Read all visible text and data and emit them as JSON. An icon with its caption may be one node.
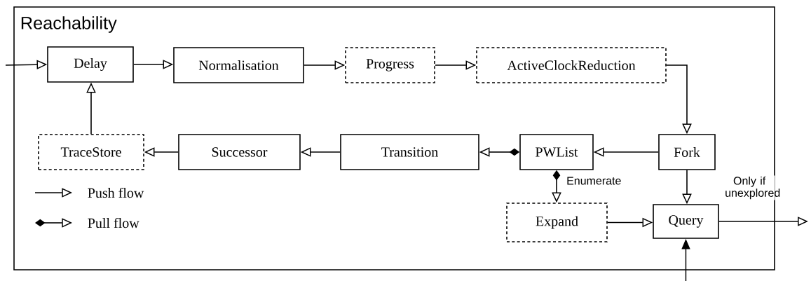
{
  "diagram": {
    "nodes": [
      {
        "text": [
          "Reachability"
        ]
      },
      {
        "text": [
          "Delay"
        ],
        "in": 0
      },
      {
        "text": [
          "Normalisation"
        ],
        "in": 0
      },
      {
        "text": [
          "Progress"
        ],
        "in": 0
      },
      {
        "text": [
          "ActiveClockReduction"
        ],
        "in": 0
      },
      {
        "text": [
          "TraceStore"
        ],
        "in": 0
      },
      {
        "text": [
          "Successor"
        ],
        "in": 0
      },
      {
        "text": [
          "Transition"
        ],
        "in": 0
      },
      {
        "text": [
          "PWList"
        ],
        "in": 0
      },
      {
        "text": [
          "Fork"
        ],
        "in": 0
      },
      {
        "text": [
          "Expand"
        ],
        "in": 0
      },
      {
        "text": [
          "Query"
        ],
        "in": 0
      }
    ],
    "edges": [
      {
        "from": null,
        "to": 1,
        "arrow": "to"
      },
      {
        "from": 1,
        "to": 2,
        "arrow": "to"
      },
      {
        "from": 2,
        "to": 3,
        "arrow": "to"
      },
      {
        "from": 3,
        "to": 4,
        "arrow": "to"
      },
      {
        "from": 4,
        "to": 9,
        "arrow": "to"
      },
      {
        "from": 9,
        "to": 8,
        "arrow": "to"
      },
      {
        "from": 8,
        "to": 7,
        "arrow": "to"
      },
      {
        "from": 7,
        "to": 6,
        "arrow": "to"
      },
      {
        "from": 6,
        "to": 5,
        "arrow": "to"
      },
      {
        "from": 5,
        "to": 1,
        "arrow": "to"
      },
      {
        "from": 8,
        "to": 10,
        "arrow": "to",
        "label": "Enumerate"
      },
      {
        "from": 9,
        "to": 11,
        "arrow": "to",
        "label": "Only if unexplored"
      },
      {
        "from": 10,
        "to": 11,
        "arrow": "to"
      },
      {
        "from": 11,
        "to": null,
        "arrow": "to"
      },
      {
        "from": null,
        "to": 11,
        "arrow": "to"
      }
    ],
    "legend": [
      {
        "text": "Push flow"
      },
      {
        "text": "Pull flow"
      }
    ]
  }
}
